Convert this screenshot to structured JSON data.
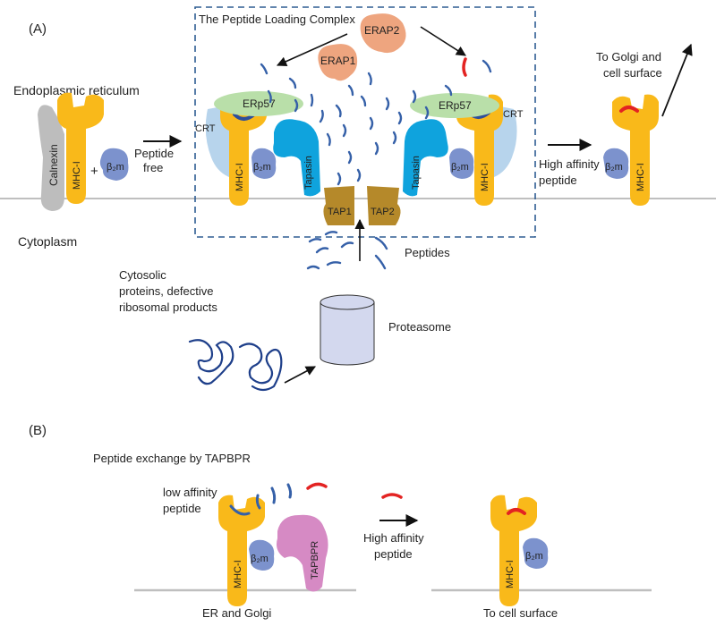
{
  "panel_a": {
    "label": "(A)",
    "er_label": "Endoplasmic reticulum",
    "cytoplasm_label": "Cytoplasm",
    "plc_title": "The Peptide Loading Complex",
    "calnexin": "Calnexin",
    "mhc": "MHC-I",
    "plus": "+",
    "b2m": "β₂m",
    "peptide_free_1": "Peptide",
    "peptide_free_2": "free",
    "crt": "CRT",
    "erp57": "ERp57",
    "tapasin": "Tapasin",
    "erap1": "ERAP1",
    "erap2": "ERAP2",
    "tap1": "TAP1",
    "tap2": "TAP2",
    "peptides": "Peptides",
    "high_affinity_1": "High affinity",
    "high_affinity_2": "peptide",
    "golgi_1": "To Golgi and",
    "golgi_2": "cell surface",
    "cytosolic_1": "Cytosolic",
    "cytosolic_2": "proteins, defective",
    "cytosolic_3": "ribosomal products",
    "proteasome": "Proteasome"
  },
  "panel_b": {
    "label": "(B)",
    "title": "Peptide exchange by TAPBPR",
    "low_affinity_1": "low affinity",
    "low_affinity_2": "peptide",
    "tapbpr": "TAPBPR",
    "mhc": "MHC-I",
    "b2m": "β₂m",
    "high_affinity_1": "High affinity",
    "high_affinity_2": "peptide",
    "er_golgi": "ER and Golgi",
    "cell_surface": "To cell surface"
  },
  "colors": {
    "mhc": "#F9B91A",
    "b2m": "#7C92CD",
    "tapasin": "#0FA3DD",
    "erp57": "#B9DFA9",
    "crt": "#B7D4EC",
    "erap": "#EEA57F",
    "tap": "#B5892A",
    "calnexin": "#BDBDBD",
    "tapbpr": "#D68AC4",
    "peptide": "#3560A8",
    "high_affinity_peptide": "#E32322",
    "proteasome": "#D3D8EE",
    "plc_border": "#2F5D92"
  }
}
